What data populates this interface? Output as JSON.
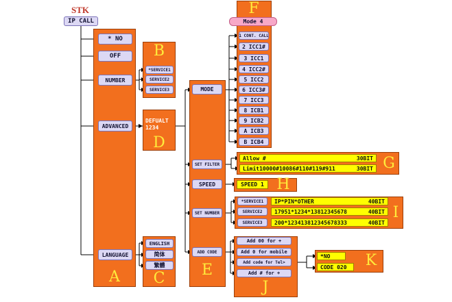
{
  "stk_title": "STK",
  "root": "IP CALL",
  "main_items": [
    "* NO",
    "OFF",
    "NUMBER",
    "ADVANCED",
    "LANGUAGE"
  ],
  "services": [
    "*SERVICE1",
    "SERVICE2",
    "SERVICE3"
  ],
  "advanced_default": [
    "DEFUALT",
    "1234"
  ],
  "languages": [
    "ENGLISH",
    "简体",
    "繁體"
  ],
  "advanced_items": [
    "MODE",
    "SET FILTER",
    "SPEED",
    "SET NUMBER",
    "ADD CODE"
  ],
  "mode_title": "Mode 4",
  "modes": [
    "1 CONT. CALL",
    "2 ICC1#",
    "3 ICC1",
    "4 ICC2#",
    "5 ICC2",
    "6 ICC3#",
    "7 ICC3",
    "8 ICB1",
    "9 ICB2",
    "A ICB3",
    "B ICB4"
  ],
  "filters": [
    {
      "text": "Allow #",
      "bits": "30BIT"
    },
    {
      "text": "Limit10000#10086#110#119#911",
      "bits": "30BIT"
    }
  ],
  "speed": "SPEED 1",
  "set_numbers": [
    {
      "label": "*SERVICE1",
      "text": "IP*PIN*OTHER",
      "bits": "40BIT"
    },
    {
      "label": "SERVICE2",
      "text": "17951*1234*13812345678",
      "bits": "40BIT"
    },
    {
      "label": "SERVICE3",
      "text": "200*123413812345678333",
      "bits": "40BIT"
    }
  ],
  "add_codes": [
    "Add 00 for +",
    "Add 0 for mobile",
    "Add code for Tel>",
    "Add # for +"
  ],
  "code_options": [
    "*NO",
    "CODE 020"
  ],
  "letters": {
    "A": "A",
    "B": "B",
    "C": "C",
    "D": "D",
    "E": "E",
    "F": "F",
    "G": "G",
    "H": "H",
    "I": "I",
    "J": "J",
    "K": "K"
  },
  "colors": {
    "panel": "#f26f1e",
    "pill": "#dcd8f4",
    "yellow": "#ffff00",
    "letter": "#ffeb3b",
    "stk": "#c0392b"
  }
}
